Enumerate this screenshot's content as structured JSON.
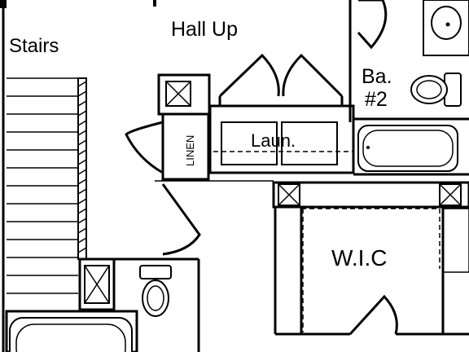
{
  "rooms": {
    "hall": "Hall Up",
    "stairs": "Stairs",
    "bath": "Ba.",
    "bath_number": "#2",
    "laundry": "Laun.",
    "linen": "LINEN",
    "closet": "W.I.C"
  }
}
